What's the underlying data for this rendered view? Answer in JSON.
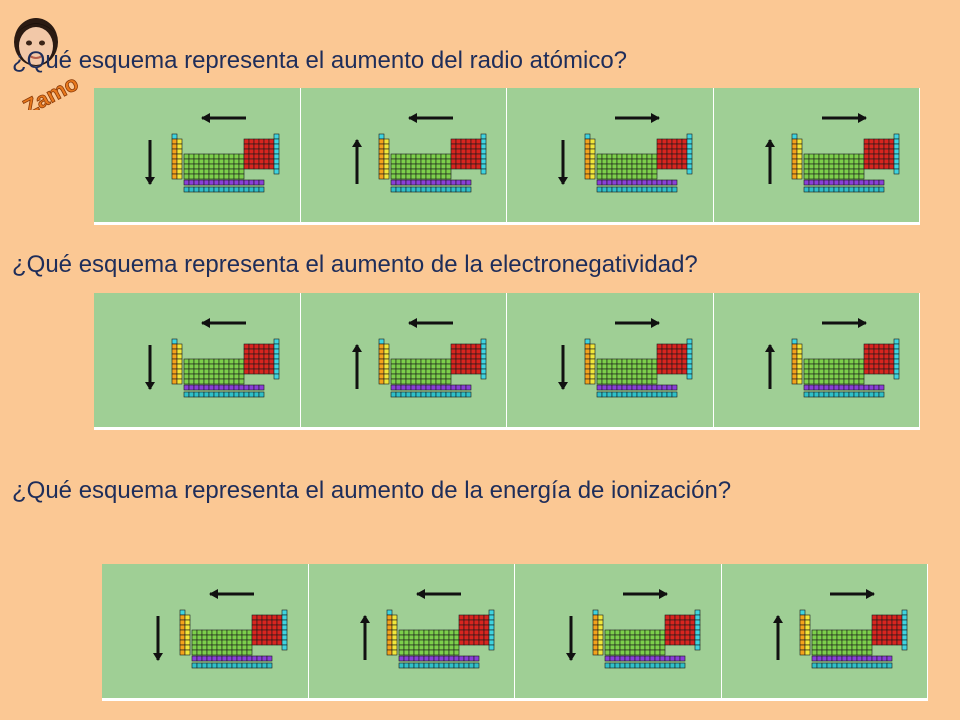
{
  "questions": [
    {
      "text": "¿Qué esquema representa el aumento del radio atómico?",
      "options": [
        {
          "vertical": "down",
          "horizontal": "left"
        },
        {
          "vertical": "up",
          "horizontal": "left"
        },
        {
          "vertical": "down",
          "horizontal": "right"
        },
        {
          "vertical": "up",
          "horizontal": "right"
        }
      ]
    },
    {
      "text": "¿Qué esquema representa el aumento de la electronegatividad?",
      "options": [
        {
          "vertical": "down",
          "horizontal": "left"
        },
        {
          "vertical": "up",
          "horizontal": "left"
        },
        {
          "vertical": "down",
          "horizontal": "right"
        },
        {
          "vertical": "up",
          "horizontal": "right"
        }
      ]
    },
    {
      "text": "¿Qué esquema representa el aumento de la energía de ionización?",
      "options": [
        {
          "vertical": "down",
          "horizontal": "left"
        },
        {
          "vertical": "up",
          "horizontal": "left"
        },
        {
          "vertical": "down",
          "horizontal": "right"
        },
        {
          "vertical": "up",
          "horizontal": "right"
        }
      ]
    }
  ],
  "colors": {
    "background": "#fbc894",
    "question_text": "#1e2d5a",
    "panel": "#9fcf95",
    "arrow": "#111111",
    "block_s_1": "#f4a21b",
    "block_s_2": "#f0e63a",
    "block_d": "#7ccf4b",
    "block_p": "#d8251f",
    "block_noble": "#3fd4e0",
    "block_lanthanides": "#8a3fd8",
    "block_actinides": "#2fc0c8"
  },
  "icons": {
    "logo": "kid-photo-logo",
    "option_diagram": "periodic-table-icon"
  }
}
